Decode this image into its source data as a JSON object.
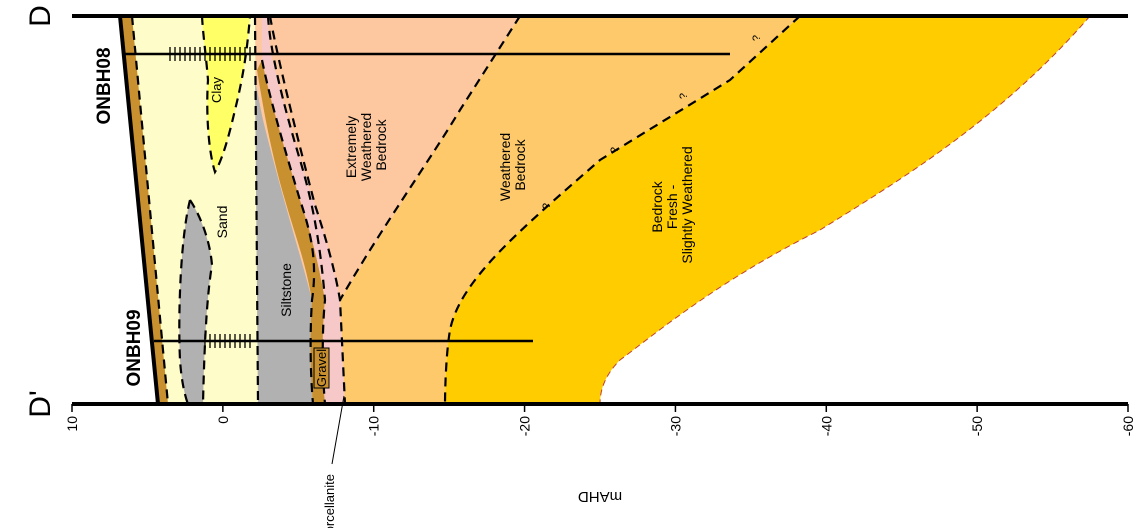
{
  "section_ends": {
    "top": "D",
    "bottom": "D'"
  },
  "boreholes": [
    {
      "name": "ONBH08"
    },
    {
      "name": "ONBH09"
    }
  ],
  "axis": {
    "label": "mAHD",
    "ticks": [
      "10",
      "0",
      "-10",
      "-20",
      "-30",
      "-40",
      "-50",
      "-60"
    ]
  },
  "units": {
    "clay": "Clay",
    "sand": "Sand",
    "siltstone": "Siltstone",
    "gravel": "Gravel",
    "porcellanite": "Porcellanite",
    "extremely_weathered": [
      "Extremely",
      "Weathered",
      "Bedrock"
    ],
    "weathered": [
      "Weathered",
      "Bedrock"
    ],
    "fresh": [
      "Bedrock",
      "Fresh -",
      "Slightly Weathered"
    ],
    "uncertain": "?"
  },
  "colors": {
    "sand": "#fefcc8",
    "clay": "#ffff66",
    "siltstone": "#b1b1b1",
    "gravel": "#c8902e",
    "porcellanite": "#f7c8c8",
    "extremely_weathered": "#fdc8a0",
    "weathered": "#fdc96b",
    "fresh": "#ffcc00"
  }
}
